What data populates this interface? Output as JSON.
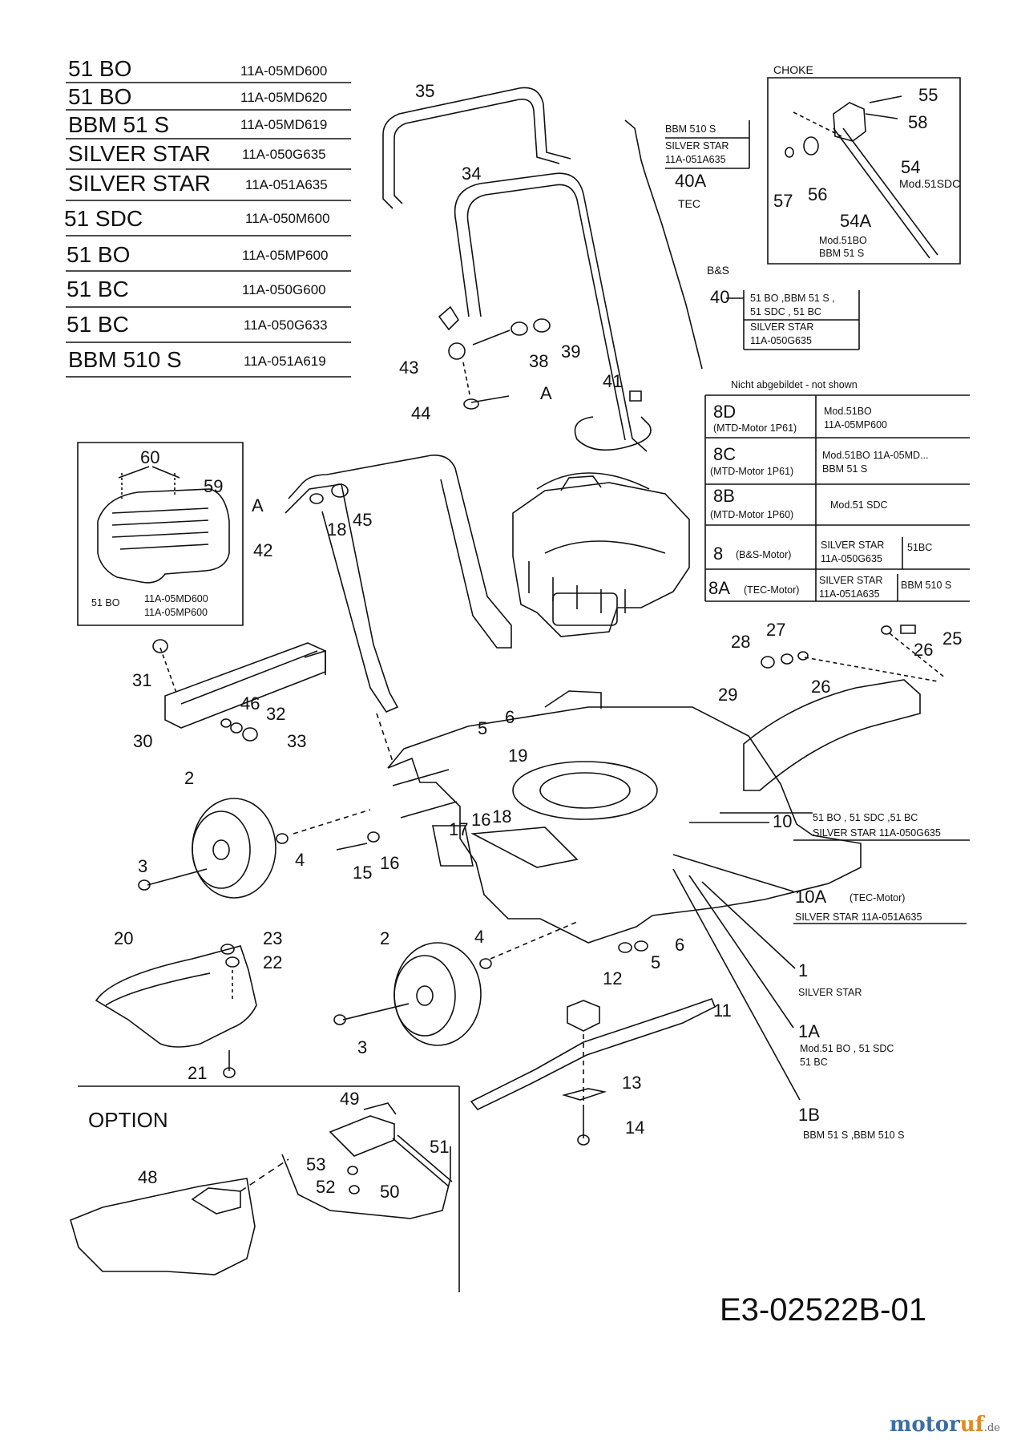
{
  "models": [
    {
      "name": "51 BO",
      "code": "11A-05MD600"
    },
    {
      "name": "51 BO",
      "code": "11A-05MD620"
    },
    {
      "name": "BBM 51 S",
      "code": "11A-05MD619"
    },
    {
      "name": "SILVER STAR",
      "code": "11A-050G635"
    },
    {
      "name": "SILVER STAR",
      "code": "11A-051A635"
    },
    {
      "name": "51 SDC",
      "code": "11A-050M600"
    },
    {
      "name": "51 BO",
      "code": "11A-05MP600"
    },
    {
      "name": "51 BC",
      "code": "11A-050G600"
    },
    {
      "name": "51 BC",
      "code": "11A-050G633"
    },
    {
      "name": "BBM 510 S",
      "code": "11A-051A619"
    }
  ],
  "choke": {
    "title": "CHOKE",
    "labels": {
      "p55": "55",
      "p58": "58",
      "p54": "54",
      "p54_note": "Mod.51SDC",
      "p57": "57",
      "p56": "56",
      "p54A": "54A",
      "p54A_note1": "Mod.51BO",
      "p54A_note2": "BBM 51 S"
    }
  },
  "cable": {
    "box_top_line1": "BBM 510 S",
    "box_top_line2": "SILVER STAR",
    "box_top_line3": "11A-051A635",
    "p40A": "40A",
    "tec": "TEC",
    "bs": "B&S",
    "p40": "40",
    "box_line1": "51 BO ,BBM 51 S ,",
    "box_line2": "51 SDC , 51 BC",
    "box_line3": "SILVER STAR",
    "box_line4": "11A-050G635"
  },
  "not_shown": {
    "title": "Nicht abgebildet - not shown",
    "rows": [
      {
        "id": "8D",
        "motor": "(MTD-Motor 1P61)",
        "info1": "Mod.51BO",
        "info2": "11A-05MP600"
      },
      {
        "id": "8C",
        "motor": "(MTD-Motor 1P61)",
        "info1": "Mod.51BO     11A-05MD...",
        "info2": "BBM 51 S"
      },
      {
        "id": "8B",
        "motor": "(MTD-Motor 1P60)",
        "info1": "Mod.51 SDC",
        "info2": ""
      }
    ]
  },
  "engines": [
    {
      "id": "8",
      "motor": "(B&S-Motor)",
      "info1": "SILVER STAR",
      "info2": "11A-050G635",
      "extra": "51BC"
    },
    {
      "id": "8A",
      "motor": "(TEC-Motor)",
      "info1": "SILVER STAR",
      "info2": "11A-051A635",
      "extra": "BBM 510 S"
    }
  ],
  "inset_filter": {
    "p60": "60",
    "p59": "59",
    "model": "51 BO",
    "code1": "11A-05MD600",
    "code2": "11A-05MP600"
  },
  "deck_notes": {
    "p10_note1": "51 BO  , 51 SDC ,51 BC",
    "p10_note2": "SILVER STAR  11A-050G635",
    "p10A_motor": "(TEC-Motor)",
    "p10A_note": "SILVER STAR  11A-051A635",
    "p1_note": "SILVER STAR",
    "p1A_note1": "Mod.51 BO   , 51 SDC",
    "p1A_note2": "51 BC",
    "p1B_note": "BBM 51 S ,BBM 510 S"
  },
  "part_numbers": {
    "p35": "35",
    "p34": "34",
    "p38": "38",
    "p39": "39",
    "p43": "43",
    "p44": "44",
    "pA1": "A",
    "p41": "41",
    "pA2": "A",
    "p18a": "18",
    "p45": "45",
    "p42": "42",
    "p31": "31",
    "p46": "46",
    "p32": "32",
    "p30": "30",
    "p33": "33",
    "p28": "28",
    "p27": "27",
    "p26a": "26",
    "p25": "25",
    "p26b": "26",
    "p29": "29",
    "p6a": "6",
    "p5a": "5",
    "p19": "19",
    "p17": "17",
    "p16a": "16",
    "p18b": "18",
    "p2a": "2",
    "p3a": "3",
    "p4a": "4",
    "p15": "15",
    "p16b": "16",
    "p10": "10",
    "p10A": "10A",
    "p20": "20",
    "p23": "23",
    "p22": "22",
    "p21": "21",
    "p2b": "2",
    "p4b": "4",
    "p3b": "3",
    "p6b": "6",
    "p5b": "5",
    "p1": "1",
    "p1A": "1A",
    "p1B": "1B",
    "p12": "12",
    "p11": "11",
    "p13": "13",
    "p14": "14"
  },
  "option": {
    "title": "OPTION",
    "p48": "48",
    "p49": "49",
    "p51": "51",
    "p53": "53",
    "p52": "52",
    "p50": "50"
  },
  "drawing_no": "E3-02522B-01",
  "watermark": {
    "brand_a": "motor",
    "brand_b": "uf",
    "suffix": ".de"
  }
}
